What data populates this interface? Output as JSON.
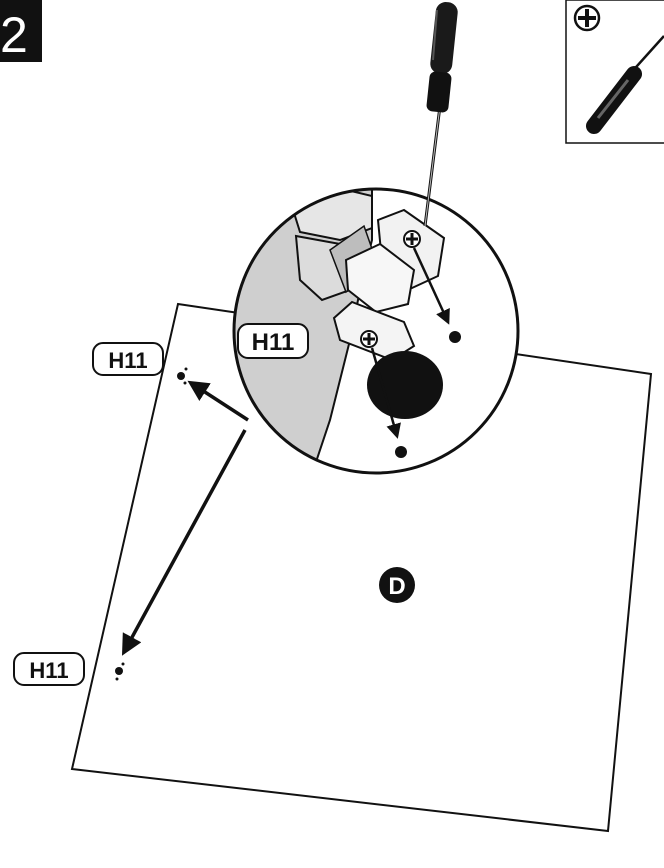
{
  "step": {
    "number": "2"
  },
  "tool_inset": {
    "icon": "phillips-screwdriver-icon"
  },
  "panel": {
    "label": "D"
  },
  "callouts": {
    "h11_detail": "H11",
    "h11_top": "H11",
    "h11_bottom": "H11"
  },
  "colors": {
    "ink": "#111111",
    "detail_wall": "#cfcfcf",
    "hinge": "#f2f2f2",
    "background": "#ffffff"
  }
}
